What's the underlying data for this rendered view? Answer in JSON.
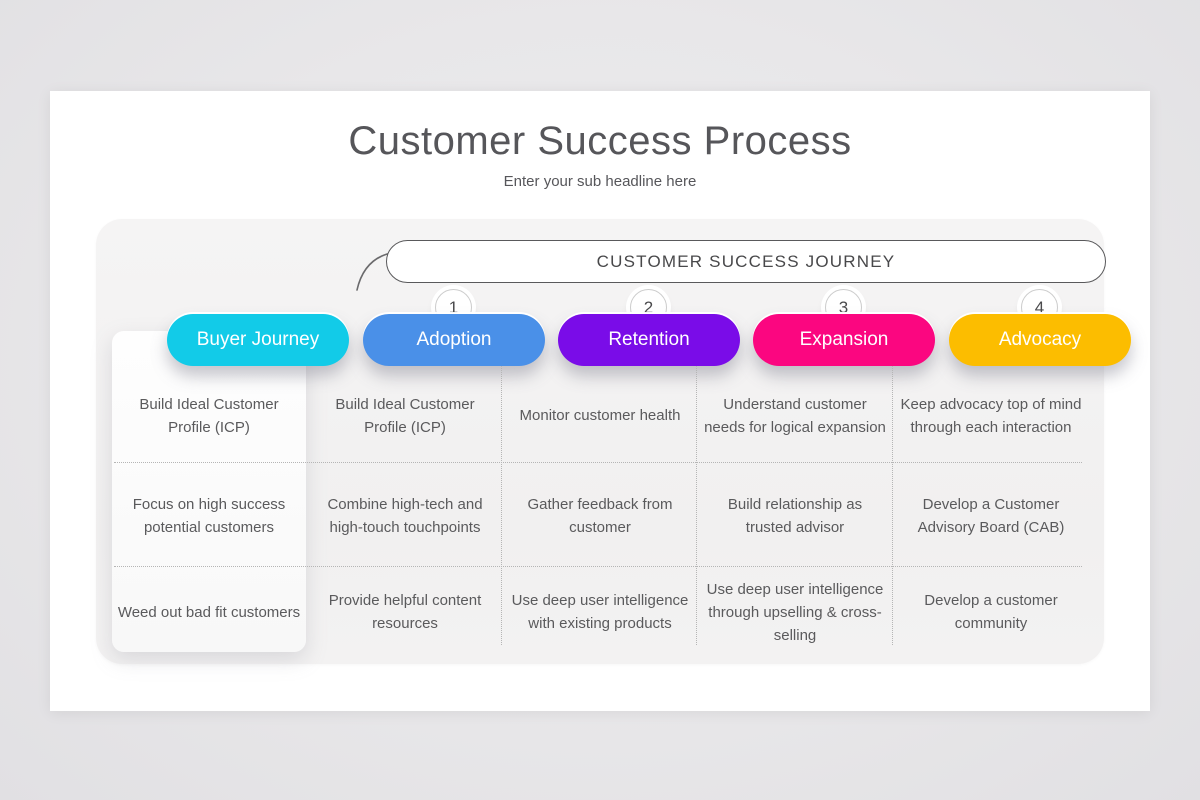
{
  "page": {
    "title": "Customer Success Process",
    "subtitle": "Enter your sub headline here"
  },
  "journey": {
    "banner_label": "CUSTOMER SUCCESS JOURNEY"
  },
  "colors": {
    "buyer_journey": "#12cbe8",
    "adoption": "#4a90e8",
    "retention": "#7a0ce8",
    "expansion": "#fb0680",
    "advocacy": "#fcbd00",
    "banner_border": "#59595b",
    "body_text": "#5a5a5c"
  },
  "columns": [
    {
      "label": "Buyer Journey",
      "number": "",
      "color": "#12cbe8",
      "rows": [
        "Build Ideal Customer Profile (ICP)",
        "Focus on high success potential customers",
        "Weed out bad fit customers"
      ]
    },
    {
      "label": "Adoption",
      "number": "1",
      "color": "#4a90e8",
      "rows": [
        "Build Ideal Customer Profile (ICP)",
        "Combine high-tech and high-touch touchpoints",
        "Provide helpful content resources"
      ]
    },
    {
      "label": "Retention",
      "number": "2",
      "color": "#7a0ce8",
      "rows": [
        "Monitor customer health",
        "Gather feedback from customer",
        "Use deep user intelligence with existing products"
      ]
    },
    {
      "label": "Expansion",
      "number": "3",
      "color": "#fb0680",
      "rows": [
        "Understand customer needs for logical expansion",
        "Build relationship as trusted advisor",
        "Use deep user intelligence through upselling & cross-selling"
      ]
    },
    {
      "label": "Advocacy",
      "number": "4",
      "color": "#fcbd00",
      "rows": [
        "Keep advocacy top of mind through each interaction",
        "Develop a Customer Advisory Board (CAB)",
        "Develop a customer community"
      ]
    }
  ]
}
